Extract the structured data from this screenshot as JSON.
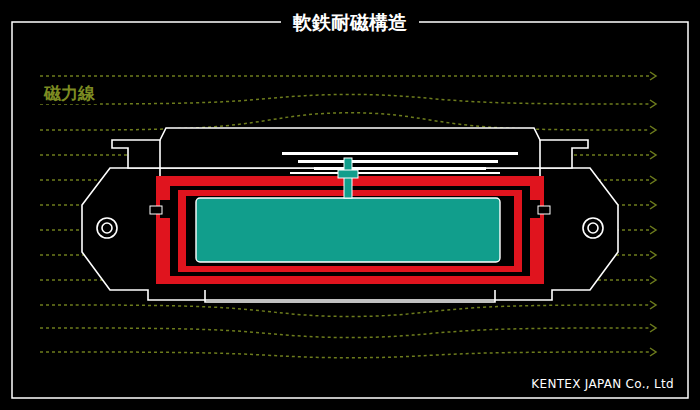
{
  "diagram": {
    "title": "軟鉄耐磁構造",
    "labels": [
      "磁力線",
      "KENTEX JAPAN Co., Ltd"
    ]
  }
}
